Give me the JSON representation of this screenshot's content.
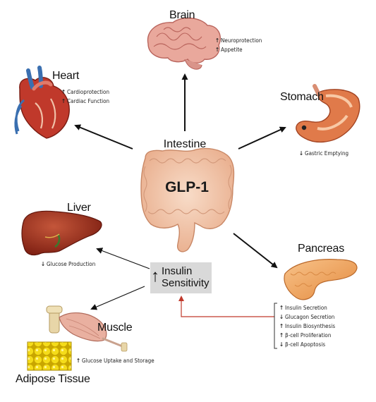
{
  "center": {
    "label": "Intestine",
    "hormone": "GLP-1"
  },
  "insulin_sensitivity": {
    "arrow": "↑",
    "line1": "Insulin",
    "line2": "Sensitivity"
  },
  "organs": {
    "brain": {
      "name": "Brain",
      "effects": [
        {
          "arrow": "↑",
          "text": "Neuroprotection"
        },
        {
          "arrow": "↑",
          "text": "Appetite"
        }
      ]
    },
    "heart": {
      "name": "Heart",
      "effects": [
        {
          "arrow": "↑",
          "text": "Cardioprotection"
        },
        {
          "arrow": "↑",
          "text": "Cardiac Function"
        }
      ]
    },
    "stomach": {
      "name": "Stomach",
      "effects": [
        {
          "arrow": "↓",
          "text": "Gastric Emptying"
        }
      ]
    },
    "liver": {
      "name": "Liver",
      "effects": [
        {
          "arrow": "↓",
          "text": "Glucose Production"
        }
      ]
    },
    "pancreas": {
      "name": "Pancreas",
      "effects": [
        {
          "arrow": "↑",
          "text": "Insulin Secretion"
        },
        {
          "arrow": "↓",
          "text": "Glucagon Secretion"
        },
        {
          "arrow": "↑",
          "text": "Insulin Biosynthesis"
        },
        {
          "arrow": "↑",
          "text": "β-cell Proliferation"
        },
        {
          "arrow": "↓",
          "text": "β-cell Apoptosis"
        }
      ]
    },
    "muscle": {
      "name": "Muscle",
      "effects": [
        {
          "arrow": "↑",
          "text": "Glucose Uptake and Storage"
        }
      ]
    },
    "adipose": {
      "name": "Adipose Tissue"
    }
  },
  "colors": {
    "arrow": "#111111",
    "feedback": "#c0392b",
    "box": "#d9d9d9",
    "intestine": "#f2c4a6",
    "brain": "#e8a9a0",
    "heart": "#c0392b",
    "stomach": "#e07a4a",
    "liver": "#a8321e",
    "pancreas": "#f2a65a",
    "muscle": "#e9b0a0",
    "adipose": "#f1d20a"
  }
}
